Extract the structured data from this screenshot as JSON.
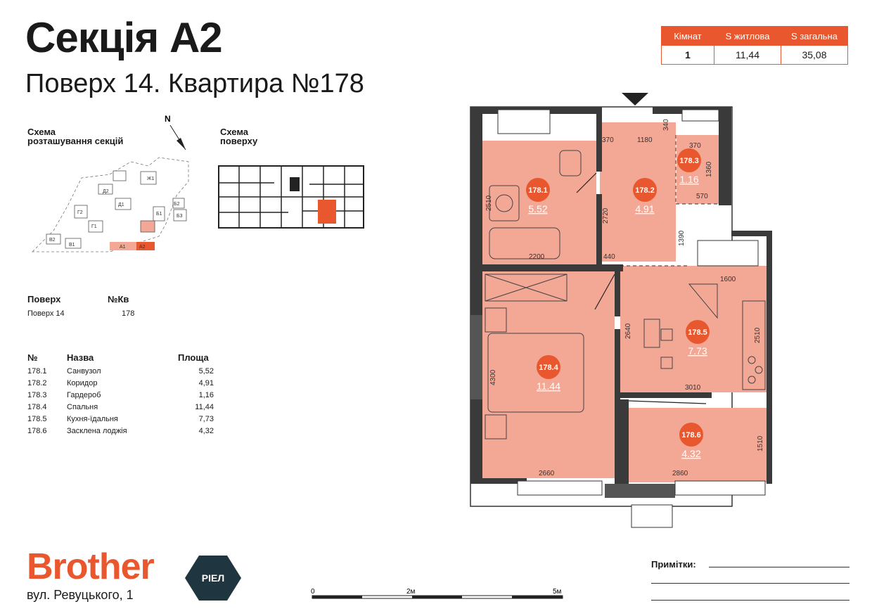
{
  "header": {
    "section_title": "Секція А2",
    "subtitle": "Поверх 14. Квартира №178"
  },
  "summary": {
    "headers": [
      "Кімнат",
      "S житлова",
      "S загальна"
    ],
    "values": [
      "1",
      "11,44",
      "35,08"
    ]
  },
  "schemes": {
    "sections_label": "Схема\nрозташування секцій",
    "sections_label_1": "Схема",
    "sections_label_2": "розташування секцій",
    "floor_label_1": "Схема",
    "floor_label_2": "поверху",
    "north": "N",
    "section_tags": [
      "Ж1",
      "Д2",
      "Д1",
      "Г2",
      "Г1",
      "Б2",
      "Б1",
      "Б3",
      "В2",
      "В1",
      "А1",
      "А2"
    ]
  },
  "floor_info": {
    "floor_header": "Поверх",
    "apt_header": "№Кв",
    "floor_value": "Поверх 14",
    "apt_value": "178"
  },
  "rooms_table": {
    "headers": [
      "№",
      "Назва",
      "Площа"
    ],
    "rows": [
      {
        "num": "178.1",
        "name": "Санвузол",
        "area": "5,52"
      },
      {
        "num": "178.2",
        "name": "Коридор",
        "area": "4,91"
      },
      {
        "num": "178.3",
        "name": "Гардероб",
        "area": "1,16"
      },
      {
        "num": "178.4",
        "name": "Спальня",
        "area": "11,44"
      },
      {
        "num": "178.5",
        "name": "Кухня-їдальня",
        "area": "7,73"
      },
      {
        "num": "178.6",
        "name": "Засклена лоджія",
        "area": "4,32"
      }
    ]
  },
  "plan": {
    "rooms": [
      {
        "id": "178.1",
        "area": "5.52"
      },
      {
        "id": "178.2",
        "area": "4.91"
      },
      {
        "id": "178.3",
        "area": "1.16"
      },
      {
        "id": "178.4",
        "area": "11.44"
      },
      {
        "id": "178.5",
        "area": "7.73"
      },
      {
        "id": "178.6",
        "area": "4.32"
      }
    ],
    "dimensions": [
      "370",
      "1180",
      "340",
      "370",
      "1360",
      "570",
      "2510",
      "2720",
      "2200",
      "440",
      "1390",
      "1600",
      "2640",
      "2510",
      "4300",
      "3010",
      "1510",
      "2660",
      "2860"
    ]
  },
  "footer": {
    "brand": "Brother",
    "badge": "РІЕЛ",
    "address": "вул. Ревуцького, 1",
    "scale": [
      "0",
      "2м",
      "5м"
    ],
    "notes_label": "Примітки:"
  },
  "colors": {
    "accent": "#e9572f",
    "room_fill": "#f3a795",
    "wall": "#3a3a3a",
    "badge_bg": "#1f3540"
  }
}
